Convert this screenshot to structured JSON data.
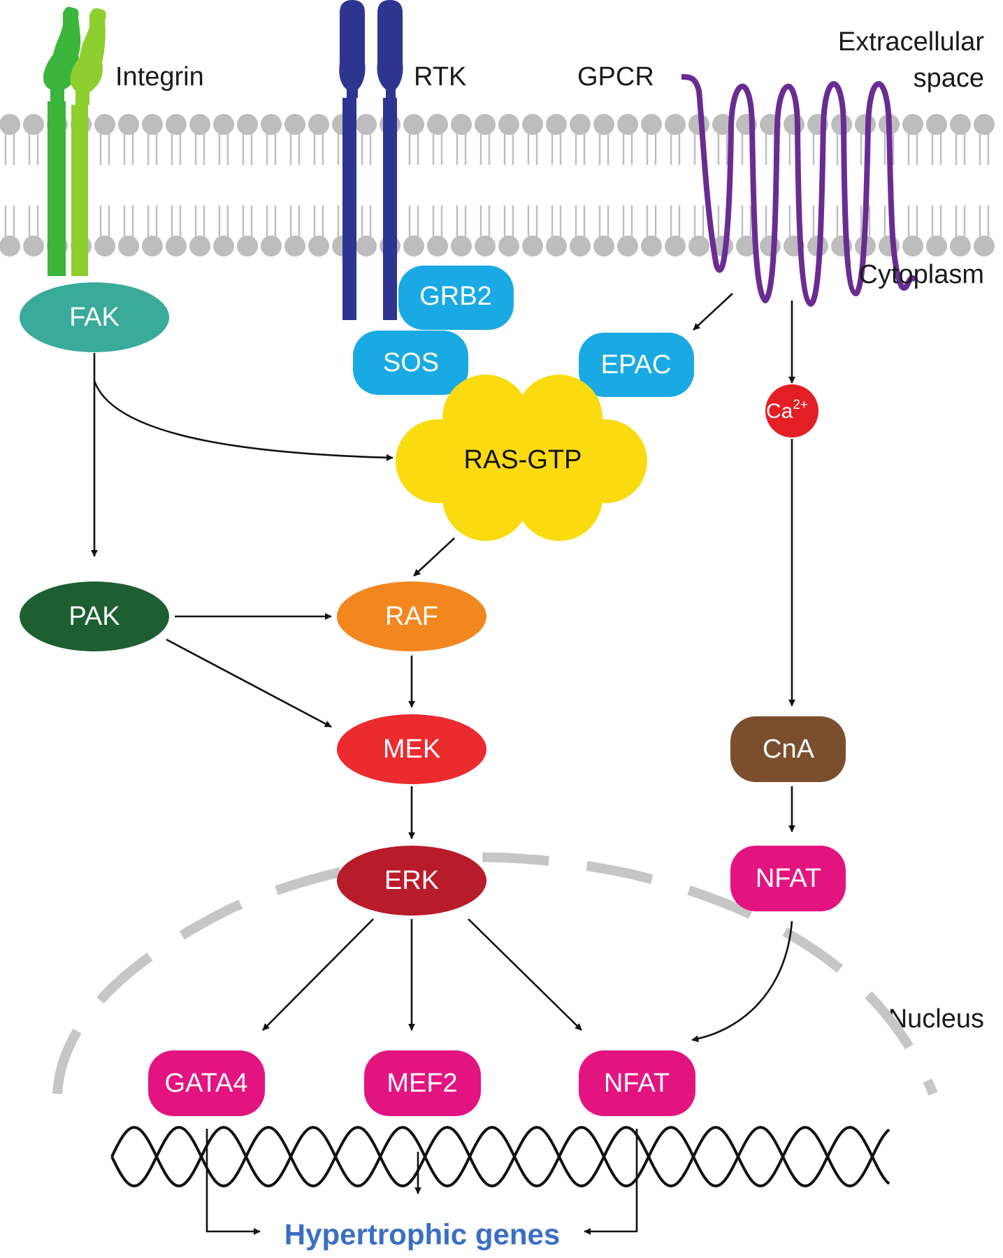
{
  "regions": {
    "extracellular_line1": "Extracellular",
    "extracellular_line2": "space",
    "cytoplasm": "Cytoplasm",
    "nucleus": "Nucleus"
  },
  "receptors": {
    "integrin": "Integrin",
    "rtk": "RTK",
    "gpcr": "GPCR"
  },
  "nodes": {
    "fak": "FAK",
    "grb2": "GRB2",
    "sos": "SOS",
    "epac": "EPAC",
    "ras": "RAS-GTP",
    "ca_base": "Ca",
    "ca_sup": "2+",
    "pak": "PAK",
    "raf": "RAF",
    "mek": "MEK",
    "erk": "ERK",
    "cna": "CnA",
    "nfat_cyto": "NFAT",
    "gata4": "GATA4",
    "mef2": "MEF2",
    "nfat_nuc": "NFAT"
  },
  "output": "Hypertrophic genes",
  "colors": {
    "membrane": "#bdbdbd",
    "integrin_a": "#3cb53c",
    "integrin_b": "#8ccf2e",
    "rtk": "#2d3591",
    "gpcr": "#6a2c91",
    "fak": "#3aab9a",
    "adaptor": "#1aaae3",
    "ras": "#f9db10",
    "pak": "#1e5f32",
    "raf": "#f2871f",
    "mek": "#ec2b2f",
    "erk": "#b81c2b",
    "ca": "#e31e24",
    "cna": "#7b4f2e",
    "nfat": "#e3147f",
    "nucleus": "#c6c6c6",
    "output": "#3a6fc4"
  }
}
